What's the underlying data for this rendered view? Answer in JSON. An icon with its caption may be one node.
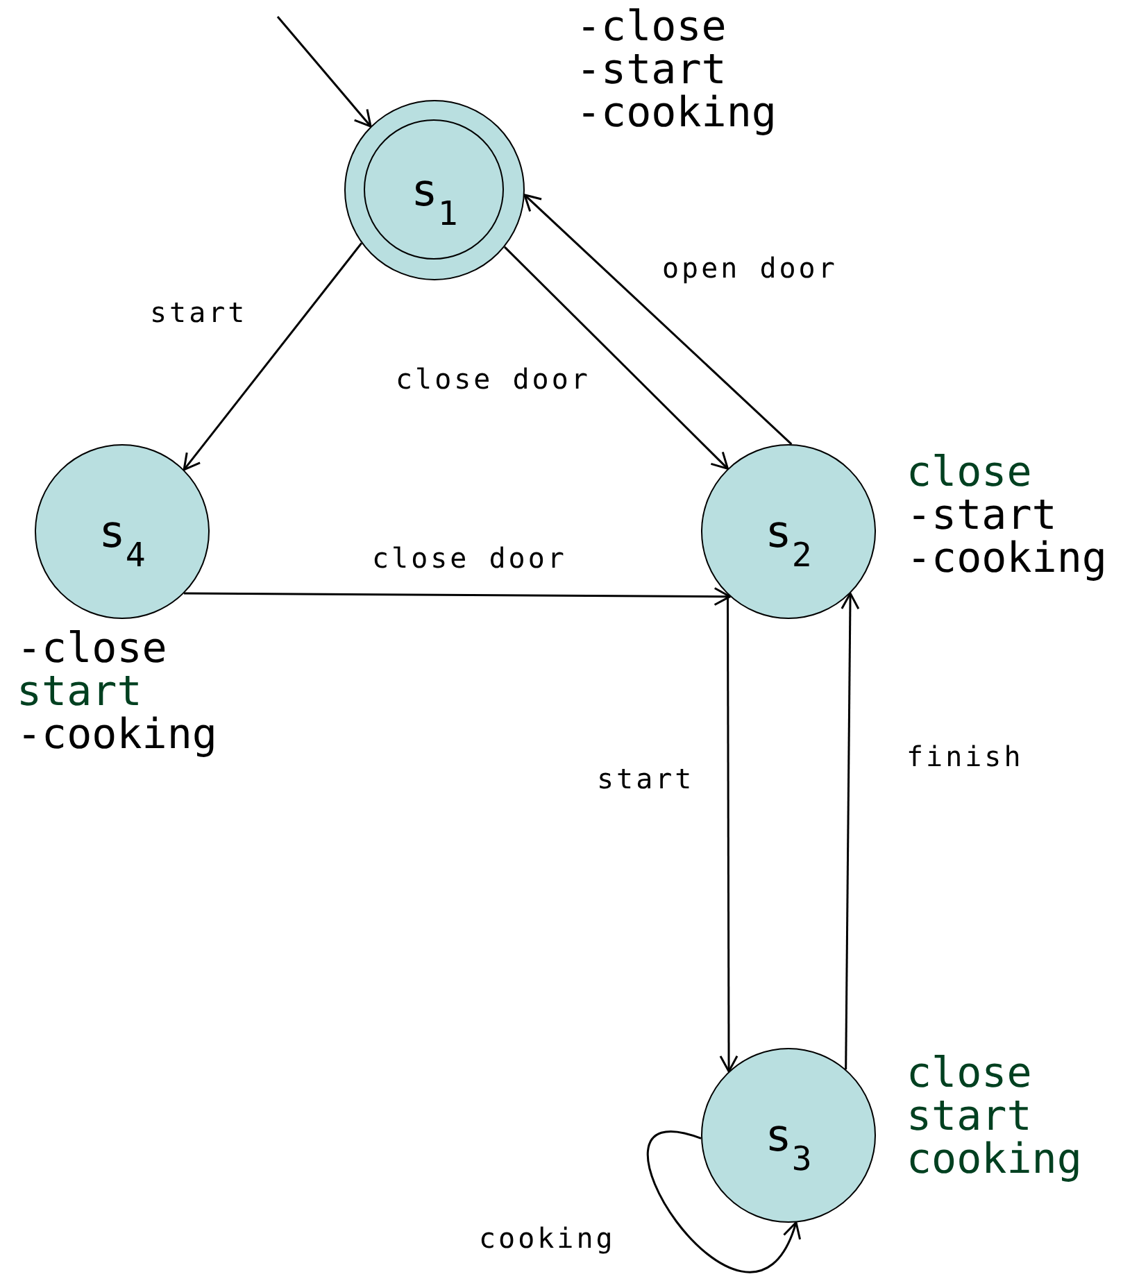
{
  "diagram": {
    "nodes": [
      {
        "text": [
          "s$_{1}$"
        ],
        "beside": [
          "-close",
          "-start",
          "-cooking"
        ]
      },
      {
        "text": [
          "s$_{4}$"
        ],
        "beside": [
          "-close",
          "start",
          "-cooking"
        ]
      },
      {
        "text": [
          "s$_{2}$"
        ],
        "beside": [
          "close",
          "-start",
          "-cooking"
        ]
      },
      {
        "text": [
          "s$_{3}$"
        ],
        "beside": [
          "close",
          "start",
          "cooking"
        ]
      }
    ],
    "edges": [
      {
        "from": null,
        "to": 0,
        "arrow": "to"
      },
      {
        "from": 0,
        "to": 1,
        "arrow": "to",
        "label": "start"
      },
      {
        "from": 0,
        "to": 2,
        "arrow": "to",
        "label": "close door"
      },
      {
        "from": 2,
        "to": 0,
        "arrow": "to",
        "label": "open door"
      },
      {
        "from": 1,
        "to": 2,
        "arrow": "to",
        "label": "close door"
      },
      {
        "from": 2,
        "to": 3,
        "arrow": "to",
        "label": "start"
      },
      {
        "from": 3,
        "to": 2,
        "arrow": "to",
        "label": "finish"
      },
      {
        "from": 3,
        "to": 3,
        "arrow": "to",
        "label": "cooking"
      }
    ]
  }
}
